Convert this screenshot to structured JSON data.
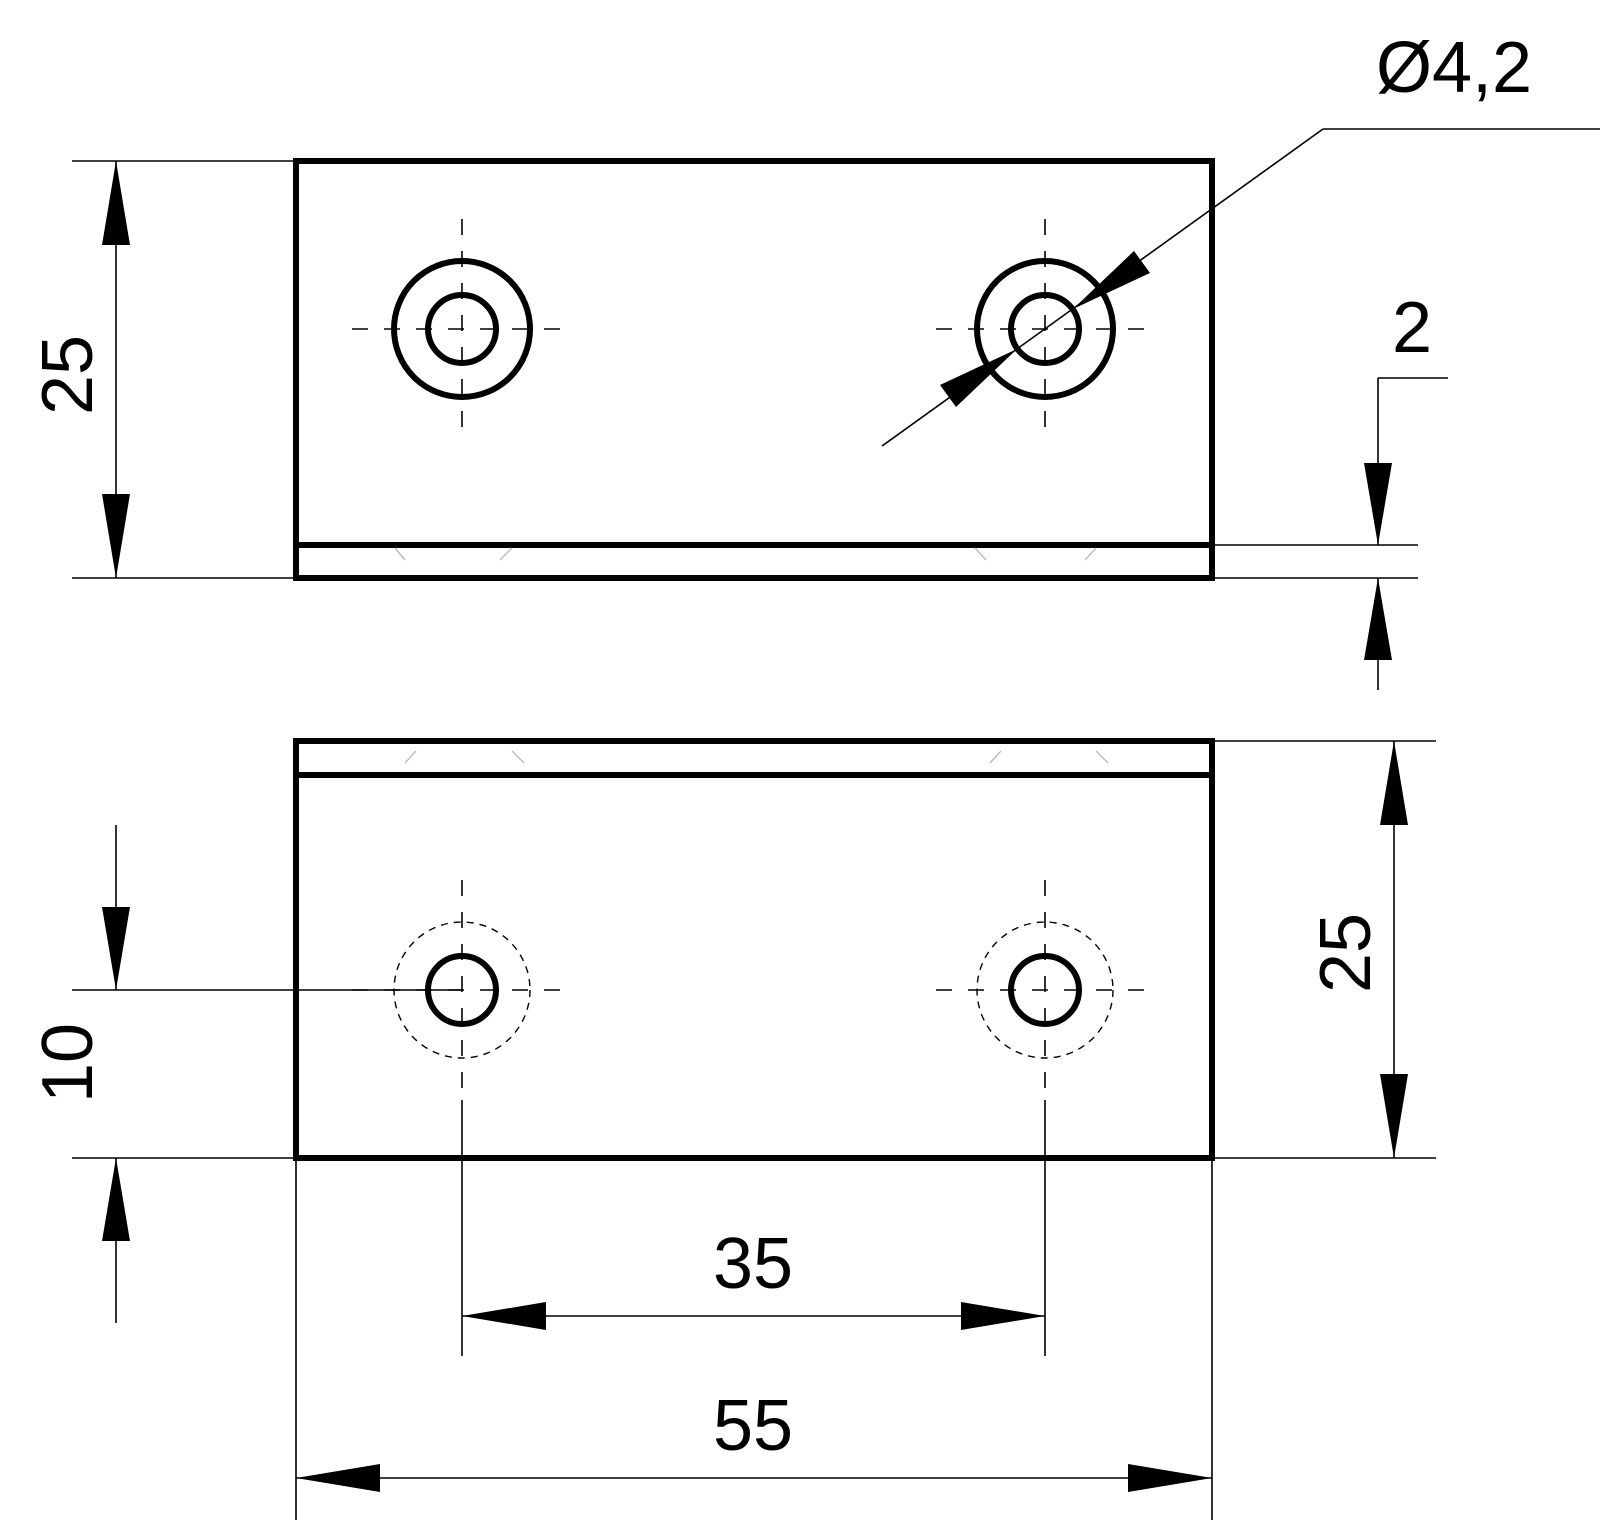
{
  "diagram": {
    "dimensions": {
      "hole_diameter": "Ø4,2",
      "top_height": "25",
      "flange_thickness": "2",
      "bottom_height": "25",
      "hole_offset": "10",
      "hole_spacing": "35",
      "overall_length": "55"
    }
  }
}
